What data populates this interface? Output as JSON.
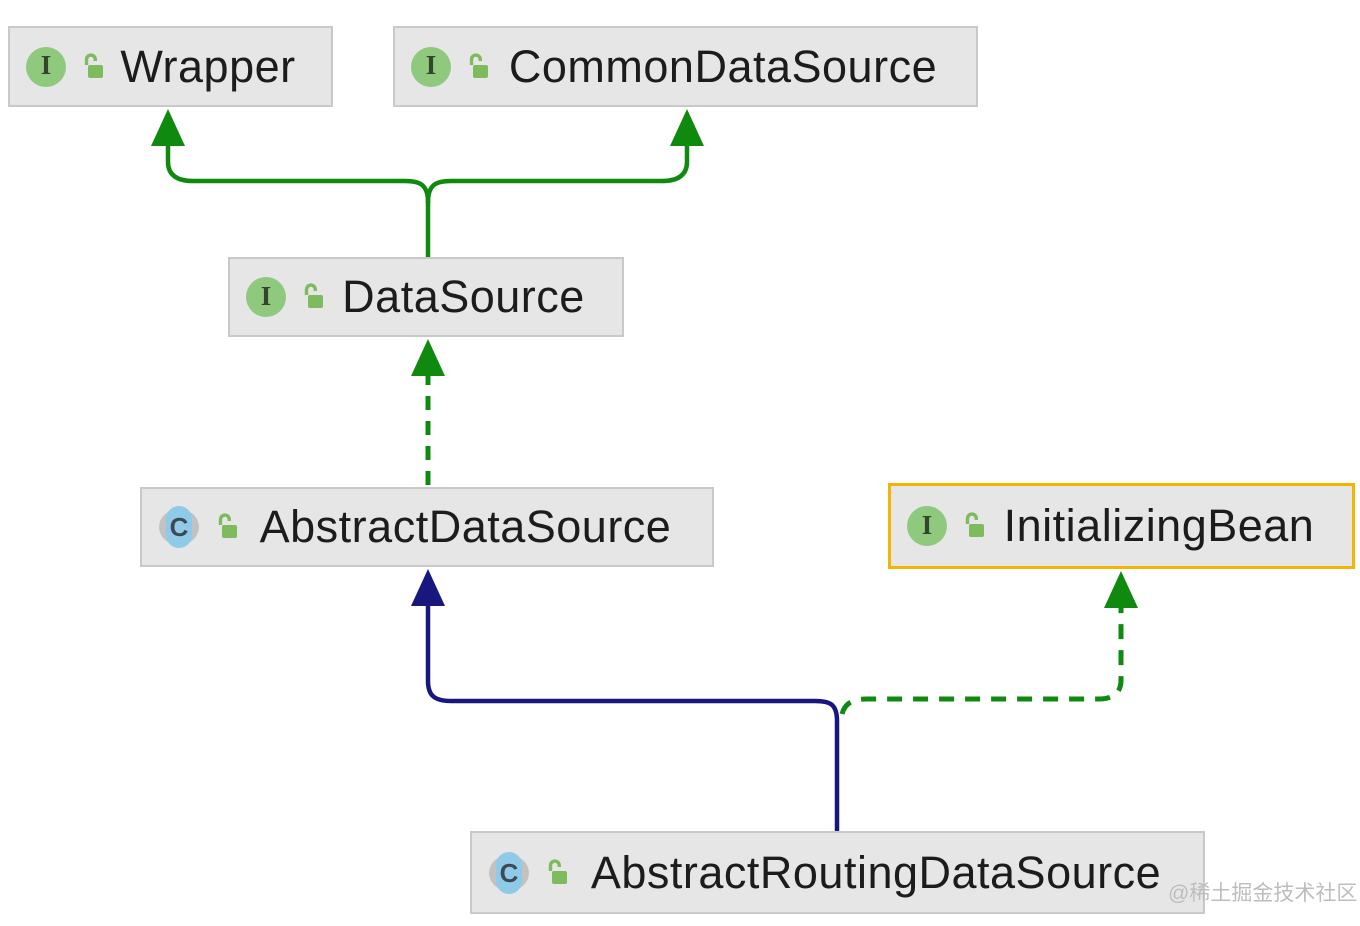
{
  "icons": {
    "interface_letter": "I",
    "class_letter": "C"
  },
  "colors": {
    "edge_green": "#0f8a0f",
    "edge_navy": "#17177e",
    "selection_yellow": "#f2b600",
    "node_bg": "#e6e6e6",
    "node_border": "#c9c9c9",
    "node_text": "#1c1c1c",
    "interface_icon_bg": "#8fc97d",
    "interface_icon_letter": "#33452e",
    "class_icon_bg": "#8fcbe9",
    "class_icon_ring": "#c2c2c2",
    "class_icon_letter": "#3d4a56",
    "lock_green": "#7dbb5c",
    "watermark_gray": "#bdbdbd"
  },
  "nodes": [
    {
      "label": "Wrapper",
      "kind": "interface",
      "visibility": "public"
    },
    {
      "label": "CommonDataSource",
      "kind": "interface",
      "visibility": "public"
    },
    {
      "label": "DataSource",
      "kind": "interface",
      "visibility": "public"
    },
    {
      "label": "AbstractDataSource",
      "kind": "abstract-class",
      "visibility": "public"
    },
    {
      "label": "InitializingBean",
      "kind": "interface",
      "visibility": "public",
      "selected": true
    },
    {
      "label": "AbstractRoutingDataSource",
      "kind": "abstract-class",
      "visibility": "public"
    }
  ],
  "edges": [
    {
      "from": "DataSource",
      "to": "Wrapper",
      "relation": "extends",
      "line": "solid",
      "color": "green"
    },
    {
      "from": "DataSource",
      "to": "CommonDataSource",
      "relation": "extends",
      "line": "solid",
      "color": "green"
    },
    {
      "from": "AbstractDataSource",
      "to": "DataSource",
      "relation": "implements",
      "line": "dashed",
      "color": "green"
    },
    {
      "from": "AbstractRoutingDataSource",
      "to": "AbstractDataSource",
      "relation": "extends",
      "line": "solid",
      "color": "navy"
    },
    {
      "from": "AbstractRoutingDataSource",
      "to": "InitializingBean",
      "relation": "implements",
      "line": "dashed",
      "color": "green"
    }
  ],
  "watermark": {
    "text": "@稀土掘金技术社区"
  }
}
